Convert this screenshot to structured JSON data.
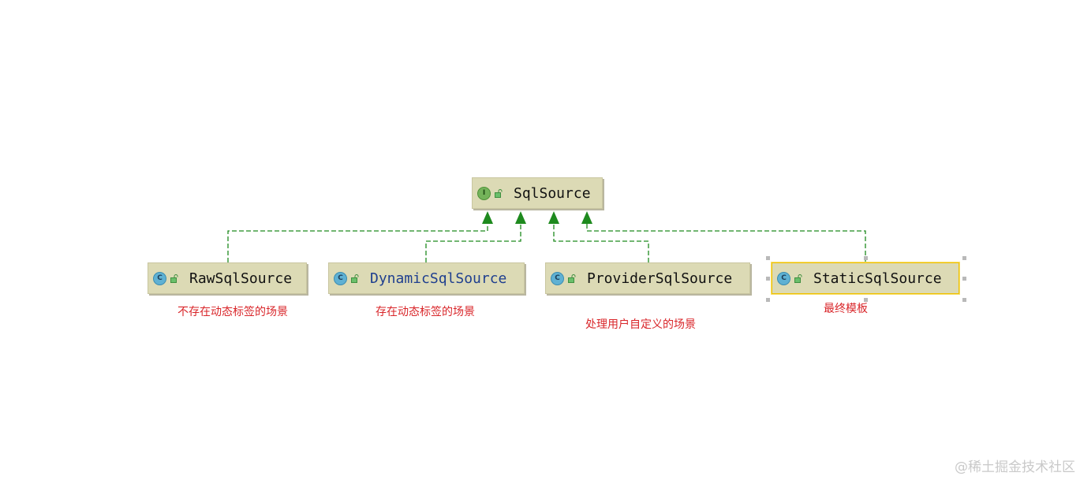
{
  "diagram": {
    "parent": {
      "name": "SqlSource",
      "kind": "interface",
      "icon": "interface-icon",
      "icon_glyph": "I"
    },
    "children": [
      {
        "name": "RawSqlSource",
        "kind": "class",
        "icon": "class-icon",
        "icon_glyph": "C",
        "note": "不存在动态标签的场景",
        "selected": false
      },
      {
        "name": "DynamicSqlSource",
        "kind": "class",
        "icon": "class-icon",
        "icon_glyph": "C",
        "note": "存在动态标签的场景",
        "selected": false
      },
      {
        "name": "ProviderSqlSource",
        "kind": "class",
        "icon": "class-icon",
        "icon_glyph": "C",
        "note": "处理用户自定义的场景",
        "selected": false
      },
      {
        "name": "StaticSqlSource",
        "kind": "class",
        "icon": "class-icon",
        "icon_glyph": "C",
        "note": "最终模板",
        "selected": true
      }
    ],
    "relation": "implements",
    "colors": {
      "node_fill": "#dcdab5",
      "arrow": "#1e8a1e",
      "note_text": "#d9262a",
      "selection": "#f0c000"
    }
  },
  "watermark": "@稀土掘金技术社区"
}
